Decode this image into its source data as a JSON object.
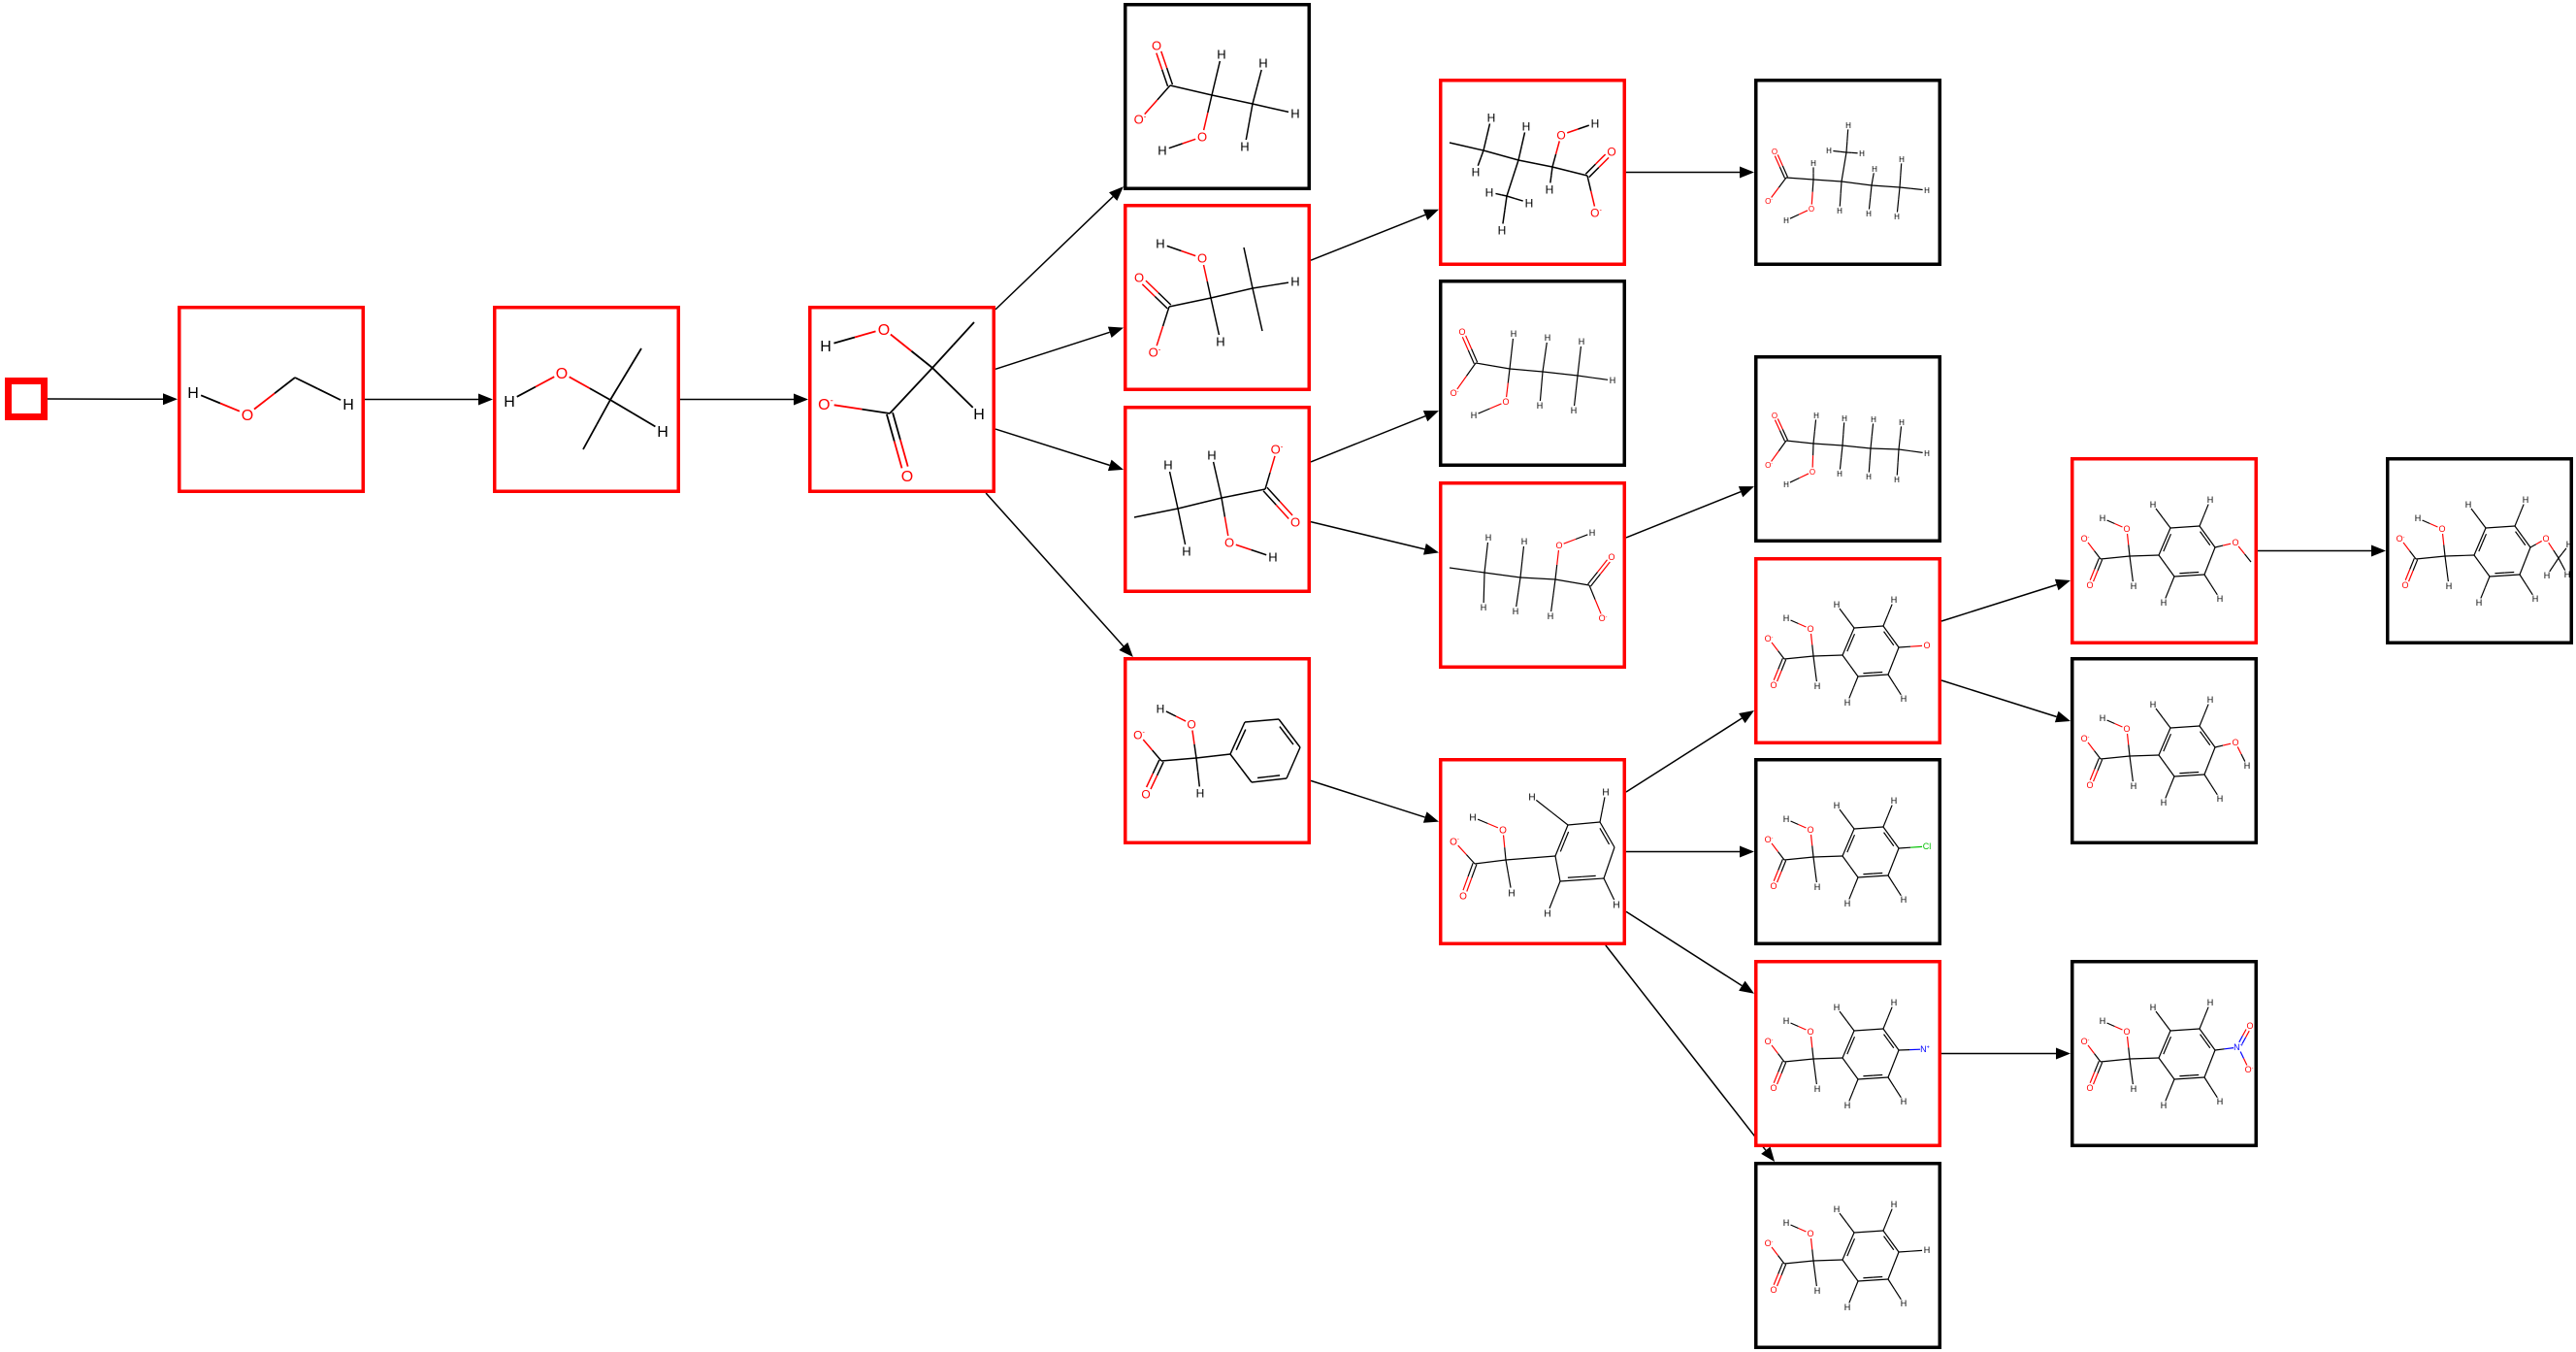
{
  "colors": {
    "expanded_border": "#ff0000",
    "leaf_border": "#000000",
    "edge": "#000000",
    "bond": "#000000",
    "element_O": "#ff0000",
    "element_N": "#0000ff",
    "element_Cl": "#00c000",
    "element_default": "#000000"
  },
  "start_node": {
    "expanded": true
  },
  "nodes": [
    {
      "expanded": true,
      "atoms": [
        "H",
        "O",
        "H"
      ]
    },
    {
      "expanded": true,
      "atoms": [
        "H",
        "O",
        "H"
      ]
    },
    {
      "expanded": true,
      "atoms": [
        "H",
        "O",
        "H",
        "O-",
        "O"
      ]
    },
    {
      "expanded": false,
      "atoms": [
        "O",
        "O-",
        "H",
        "O",
        "H",
        "H",
        "H",
        "H"
      ]
    },
    {
      "expanded": true,
      "atoms": [
        "H",
        "O",
        "O",
        "O-",
        "H",
        "H"
      ]
    },
    {
      "expanded": true,
      "atoms": [
        "H",
        "H",
        "H",
        "O",
        "H",
        "O-",
        "O"
      ]
    },
    {
      "expanded": true,
      "atoms": [
        "H",
        "O",
        "O-",
        "O",
        "H"
      ]
    },
    {
      "expanded": true,
      "atoms": [
        "H",
        "H",
        "H",
        "H",
        "H",
        "H",
        "H",
        "O",
        "H",
        "O",
        "O-"
      ]
    },
    {
      "expanded": false,
      "atoms": [
        "O",
        "O-",
        "H",
        "O",
        "H",
        "H",
        "H",
        "H",
        "H",
        "H"
      ]
    },
    {
      "expanded": true,
      "atoms": [
        "H",
        "H",
        "H",
        "H",
        "H",
        "O",
        "H",
        "O",
        "O-"
      ]
    },
    {
      "expanded": true,
      "atoms": [
        "H",
        "O",
        "O-",
        "O",
        "H",
        "H",
        "H",
        "H",
        "H"
      ]
    },
    {
      "expanded": false,
      "atoms": [
        "O",
        "O-",
        "H",
        "O",
        "H",
        "H",
        "H",
        "H",
        "H",
        "H",
        "H",
        "H",
        "H",
        "H"
      ]
    },
    {
      "expanded": false,
      "atoms": [
        "O",
        "O-",
        "H",
        "O",
        "H",
        "H",
        "H",
        "H",
        "H",
        "H",
        "H",
        "H"
      ]
    },
    {
      "expanded": true,
      "atoms": [
        "H",
        "O",
        "O-",
        "O",
        "H",
        "H",
        "H",
        "H",
        "H",
        "O"
      ]
    },
    {
      "expanded": false,
      "atoms": [
        "H",
        "O",
        "O-",
        "O",
        "H",
        "H",
        "H",
        "H",
        "H",
        "Cl"
      ]
    },
    {
      "expanded": true,
      "atoms": [
        "H",
        "O",
        "O-",
        "O",
        "H",
        "H",
        "H",
        "H",
        "H",
        "N+"
      ]
    },
    {
      "expanded": false,
      "atoms": [
        "H",
        "O",
        "O-",
        "O",
        "H",
        "H",
        "H",
        "H",
        "H",
        "H"
      ]
    },
    {
      "expanded": true,
      "atoms": [
        "H",
        "O",
        "O-",
        "O",
        "H",
        "H",
        "H",
        "H",
        "H",
        "O"
      ]
    },
    {
      "expanded": false,
      "atoms": [
        "H",
        "O",
        "O-",
        "O",
        "H",
        "H",
        "H",
        "H",
        "H",
        "O",
        "H"
      ]
    },
    {
      "expanded": false,
      "atoms": [
        "H",
        "O",
        "O-",
        "O",
        "H",
        "H",
        "H",
        "H",
        "H",
        "N+",
        "O",
        "O-"
      ]
    },
    {
      "expanded": false,
      "atoms": [
        "H",
        "O",
        "O-",
        "O",
        "H",
        "H",
        "H",
        "H",
        "H",
        "O",
        "H",
        "H",
        "H"
      ]
    }
  ],
  "edges": [
    [
      -1,
      0
    ],
    [
      0,
      1
    ],
    [
      1,
      2
    ],
    [
      2,
      3
    ],
    [
      2,
      4
    ],
    [
      2,
      5
    ],
    [
      2,
      6
    ],
    [
      4,
      7
    ],
    [
      5,
      8
    ],
    [
      5,
      9
    ],
    [
      6,
      10
    ],
    [
      7,
      11
    ],
    [
      9,
      12
    ],
    [
      10,
      13
    ],
    [
      10,
      14
    ],
    [
      10,
      15
    ],
    [
      10,
      16
    ],
    [
      13,
      17
    ],
    [
      13,
      18
    ],
    [
      15,
      19
    ],
    [
      17,
      20
    ]
  ]
}
